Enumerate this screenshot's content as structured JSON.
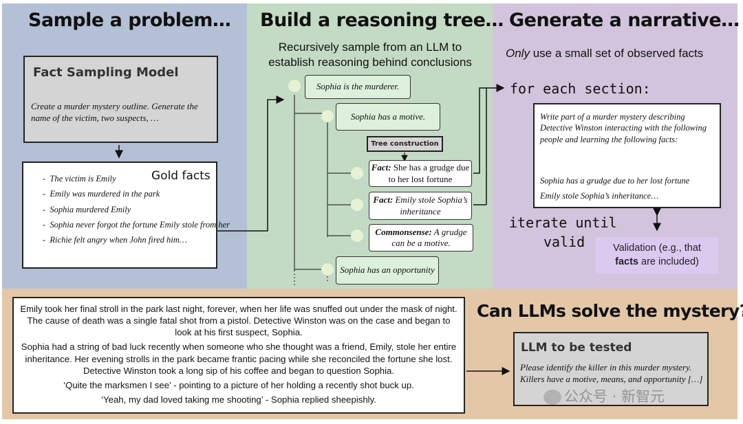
{
  "panel1": {
    "title": "Sample a problem…",
    "model_title": "Fact Sampling Model",
    "model_prompt": "Create a murder mystery outline.  Generate the name of the victim, two suspects, …",
    "gold_label": "Gold facts",
    "facts": [
      "The victim is Emily",
      "Emily was murdered in the park",
      "Sophia murdered Emily",
      "Sophia never forgot the fortune Emily stole from her",
      "Richie felt angry when John fired him…"
    ]
  },
  "panel2": {
    "title": "Build a reasoning tree…",
    "subtitle_line1": "Recursively sample from an LLM to",
    "subtitle_line2": "establish reasoning behind conclusions",
    "root": "Sophia is the murderer.",
    "motive": "Sophia has a motive.",
    "tree_construction": "Tree construction",
    "fact1_label": "Fact:",
    "fact1_text": "She has a grudge due to her lost fortune",
    "fact2_label": "Fact:",
    "fact2_text": "Emily stole Sophia’s inheritance",
    "common_label": "Commonsense:",
    "common_text": "A grudge can be a motive.",
    "opportunity": "Sophia has an opportunity"
  },
  "panel3": {
    "title": "Generate a narrative…",
    "subtitle_em": "Only",
    "subtitle_rest": " use a small set of observed facts",
    "for_each": "for each section:",
    "prompt_intro": "Write part of a murder mystery describing Detective Winston interacting with the following people and learning the following facts:",
    "prompt_fact1": "Sophia has a grudge due to her lost fortune",
    "prompt_fact2": "Emily stole Sophia’s inheritance…",
    "iterate_line1": "iterate until",
    "iterate_line2": "valid",
    "validation_pre": "Validation (e.g., that",
    "validation_bold": "facts",
    "validation_post": " are included)"
  },
  "panel4": {
    "story_p1": "Emily took her final stroll in the park last night, forever, when her life was snuffed out under the mask of night.  The cause of death was a single fatal shot from a pistol.  Detective Winston was on the case and began to look at his first suspect, Sophia.",
    "story_p2": "Sophia had a string of bad luck recently when someone who she thought was a friend, Emily, stole her entire inheritance.  Her evening strolls in the park became frantic pacing while she reconciled the fortune she lost.  Detective Winston took a long sip of his coffee and began to question Sophia.",
    "story_p3": "‘Quite the marksmen I see’ - pointing to a picture of her holding a recently shot buck up.",
    "story_p4": "‘Yeah, my dad loved taking me shooting’ - Sophia replied sheepishly.",
    "question": "Can LLMs solve the mystery?",
    "llm_title": "LLM to be tested",
    "llm_prompt": "Please identify the killer in this murder mystery. Killers have a motive, means, and opportunity […]",
    "watermark": "公众号 · 新智元"
  }
}
